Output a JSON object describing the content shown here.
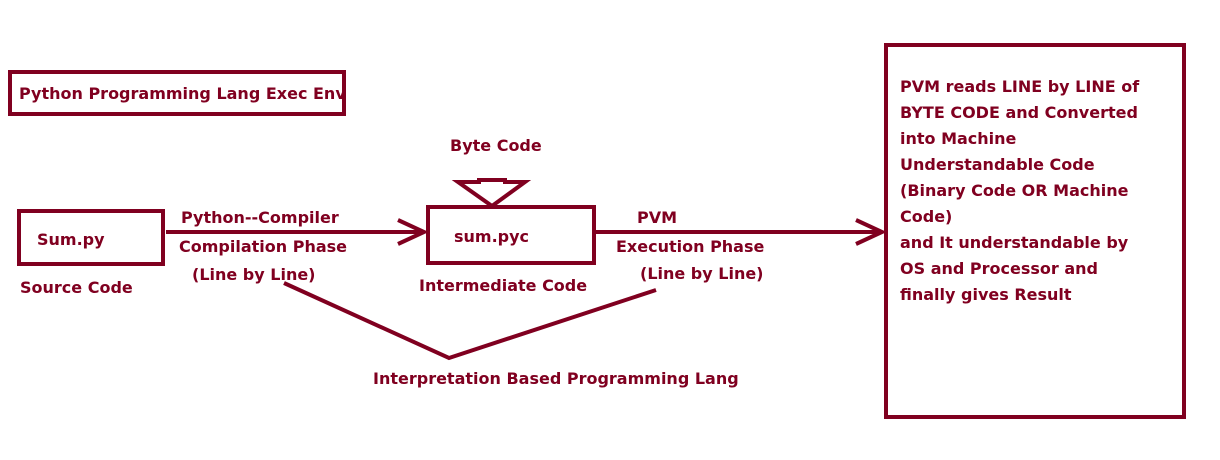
{
  "title": "Python Programming Lang Exec Env",
  "color": "#800020",
  "source": {
    "file": "Sum.py",
    "caption": "Source Code"
  },
  "compile_step": {
    "line1": "Python--Compiler",
    "line2": "Compilation Phase",
    "line3": "(Line by Line)"
  },
  "intermediate": {
    "file": "sum.pyc",
    "caption": "Intermediate Code",
    "top_label": "Byte Code"
  },
  "execute_step": {
    "line1": "PVM",
    "line2": "Execution Phase",
    "line3": "(Line by Line)"
  },
  "bottom_label": "Interpretation Based Programming Lang",
  "description": [
    "PVM reads LINE by LINE of",
    "BYTE CODE and Converted",
    "into Machine",
    "Understandable Code",
    "(Binary Code OR Machine",
    "Code)",
    "and It understandable by",
    "OS and Processor and",
    "finally gives Result"
  ]
}
